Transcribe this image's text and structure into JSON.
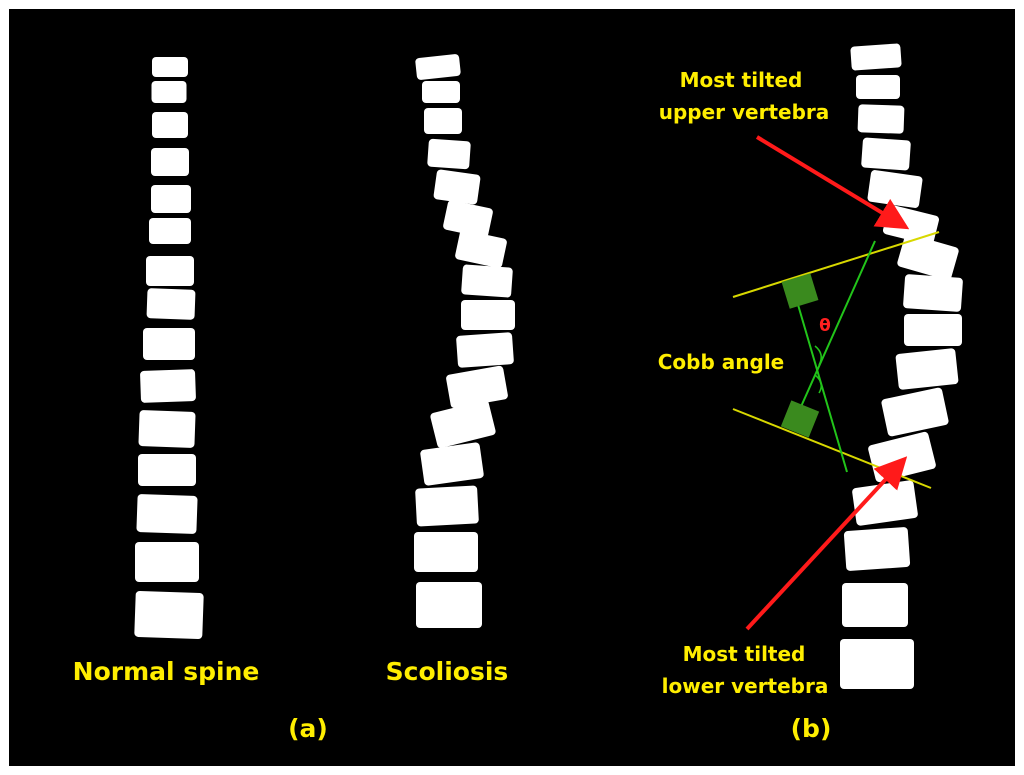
{
  "colors": {
    "background": "#000000",
    "vertebra": "#ffffff",
    "label": "#ffee00",
    "arrow": "#ff1a1a",
    "endplate_line": "#d8d800",
    "perpendicular_line": "#22c41a",
    "marker": "#3a8a1e",
    "angle_symbol": "#ff2020"
  },
  "panel_a": {
    "normal_label": "Normal spine",
    "scoliosis_label": "Scoliosis",
    "caption": "(a)"
  },
  "panel_b": {
    "upper_label": [
      "Most tilted",
      "upper vertebra"
    ],
    "cobb_label": "Cobb angle",
    "theta_symbol": "θ",
    "lower_label": [
      "Most tilted",
      "lower vertebra"
    ],
    "caption": "(b)"
  }
}
